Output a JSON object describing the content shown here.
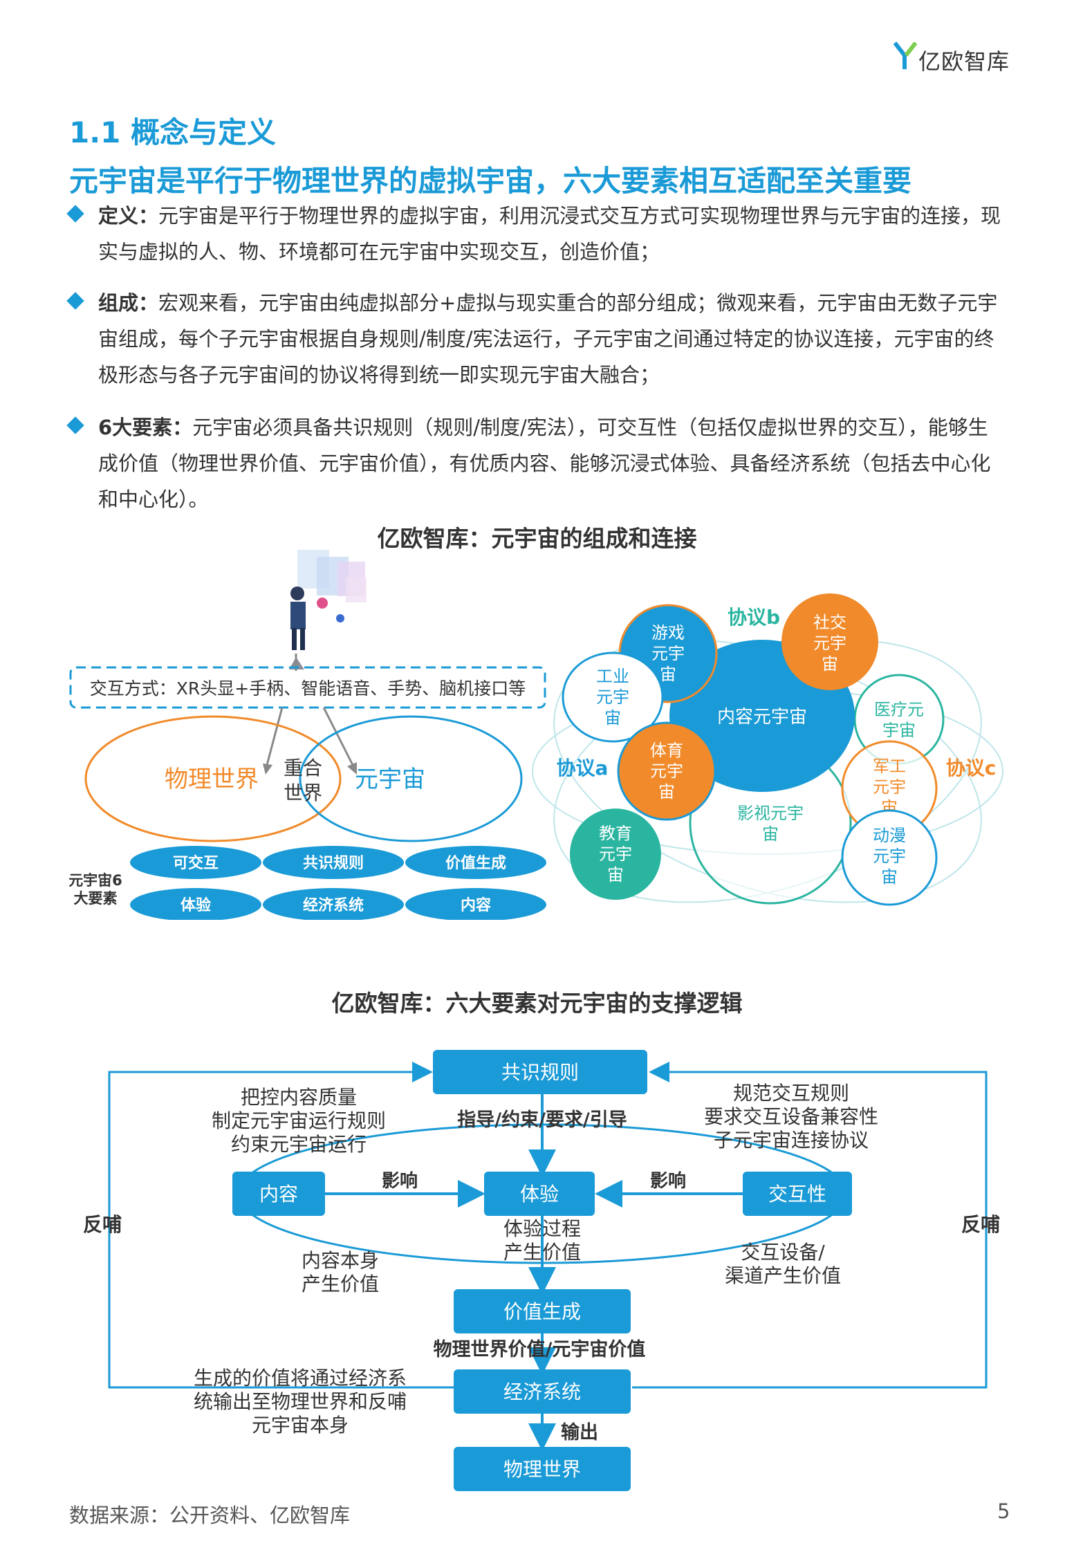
{
  "header": {
    "logo_text": "亿欧智库"
  },
  "section_title": "1.1 概念与定义",
  "headline": "元宇宙是平行于物理世界的虚拟宇宙，六大要素相互适配至关重要",
  "bullets": [
    {
      "label": "定义：",
      "lines": [
        "元宇宙是平行于物理世界的虚拟宇宙，利用沉浸式交互方式可实现物理世界与元宇宙的连接，现",
        "实与虚拟的人、物、环境都可在元宇宙中实现交互，创造价值；"
      ]
    },
    {
      "label": "组成：",
      "lines": [
        "宏观来看，元宇宙由纯虚拟部分+虚拟与现实重合的部分组成；微观来看，元宇宙由无数子元宇",
        "宙组成，每个子元宇宙根据自身规则/制度/宪法运行，子元宇宙之间通过特定的协议连接，元宇宙的终",
        "极形态与各子元宇宙间的协议将得到统一即实现元宇宙大融合；"
      ]
    },
    {
      "label": "6大要素：",
      "lines": [
        "元宇宙必须具备共识规则（规则/制度/宪法），可交互性（包括仅虚拟世界的交互），能够生",
        "成价值（物理世界价值、元宇宙价值），有优质内容、能够沉浸式体验、具备经济系统（包括去中心化",
        "和中心化）。"
      ]
    }
  ],
  "figure1": {
    "title": "亿欧智库：元宇宙的组成和连接",
    "interaction_box": "交互方式：XR头显+手柄、智能语音、手势、脑机接口等",
    "physical_world": "物理世界",
    "overlap": [
      "重合",
      "世界"
    ],
    "metaverse": "元宇宙",
    "elements_label": [
      "元宇宙6",
      "大要素"
    ],
    "elements": [
      "可交互",
      "共识规则",
      "价值生成",
      "体验",
      "经济系统",
      "内容"
    ],
    "center": "内容元宇宙",
    "protocols": [
      "协议b",
      "协议a",
      "协议c"
    ],
    "sub_universes": {
      "game": [
        "游戏",
        "元宇",
        "宙"
      ],
      "social": [
        "社交",
        "元宇",
        "宙"
      ],
      "industry": [
        "工业",
        "元宇",
        "宙"
      ],
      "medical": [
        "医疗元",
        "宇宙"
      ],
      "sports": [
        "体育",
        "元宇",
        "宙"
      ],
      "military": [
        "军工",
        "元宇",
        "宙"
      ],
      "film": [
        "影视元宇",
        "宙"
      ],
      "education": [
        "教育",
        "元宇",
        "宙"
      ],
      "anime": [
        "动漫",
        "元宇",
        "宙"
      ]
    },
    "colors": {
      "blue": "#1a9ad6",
      "orange": "#f18a2a",
      "teal": "#2ab5a0",
      "pale": "#bfe6ea"
    }
  },
  "figure2": {
    "title": "亿欧智库：六大要素对元宇宙的支撑逻辑",
    "boxes": {
      "consensus": "共识规则",
      "content": "内容",
      "experience": "体验",
      "interaction": "交互性",
      "value": "价值生成",
      "economy": "经济系统",
      "physical": "物理世界"
    },
    "left_note": [
      "把控内容质量",
      "制定元宇宙运行规则",
      "约束元宇宙运行"
    ],
    "right_note": [
      "规范交互规则",
      "要求交互设备兼容性",
      "子元宇宙连接协议"
    ],
    "guide": "指导/约束/要求/引导",
    "influence": "影响",
    "feedback": "反哺",
    "exp_note": [
      "体验过程",
      "产生价值"
    ],
    "content_note": [
      "内容本身",
      "产生价值"
    ],
    "inter_note": [
      "交互设备/",
      "渠道产生价值"
    ],
    "value_label": "物理世界价值/元宇宙价值",
    "econ_note": [
      "生成的价值将通过经济系",
      "统输出至物理世界和反哺",
      "元宇宙本身"
    ],
    "output": "输出"
  },
  "footer": {
    "source": "数据来源：公开资料、亿欧智库",
    "page": "5"
  }
}
